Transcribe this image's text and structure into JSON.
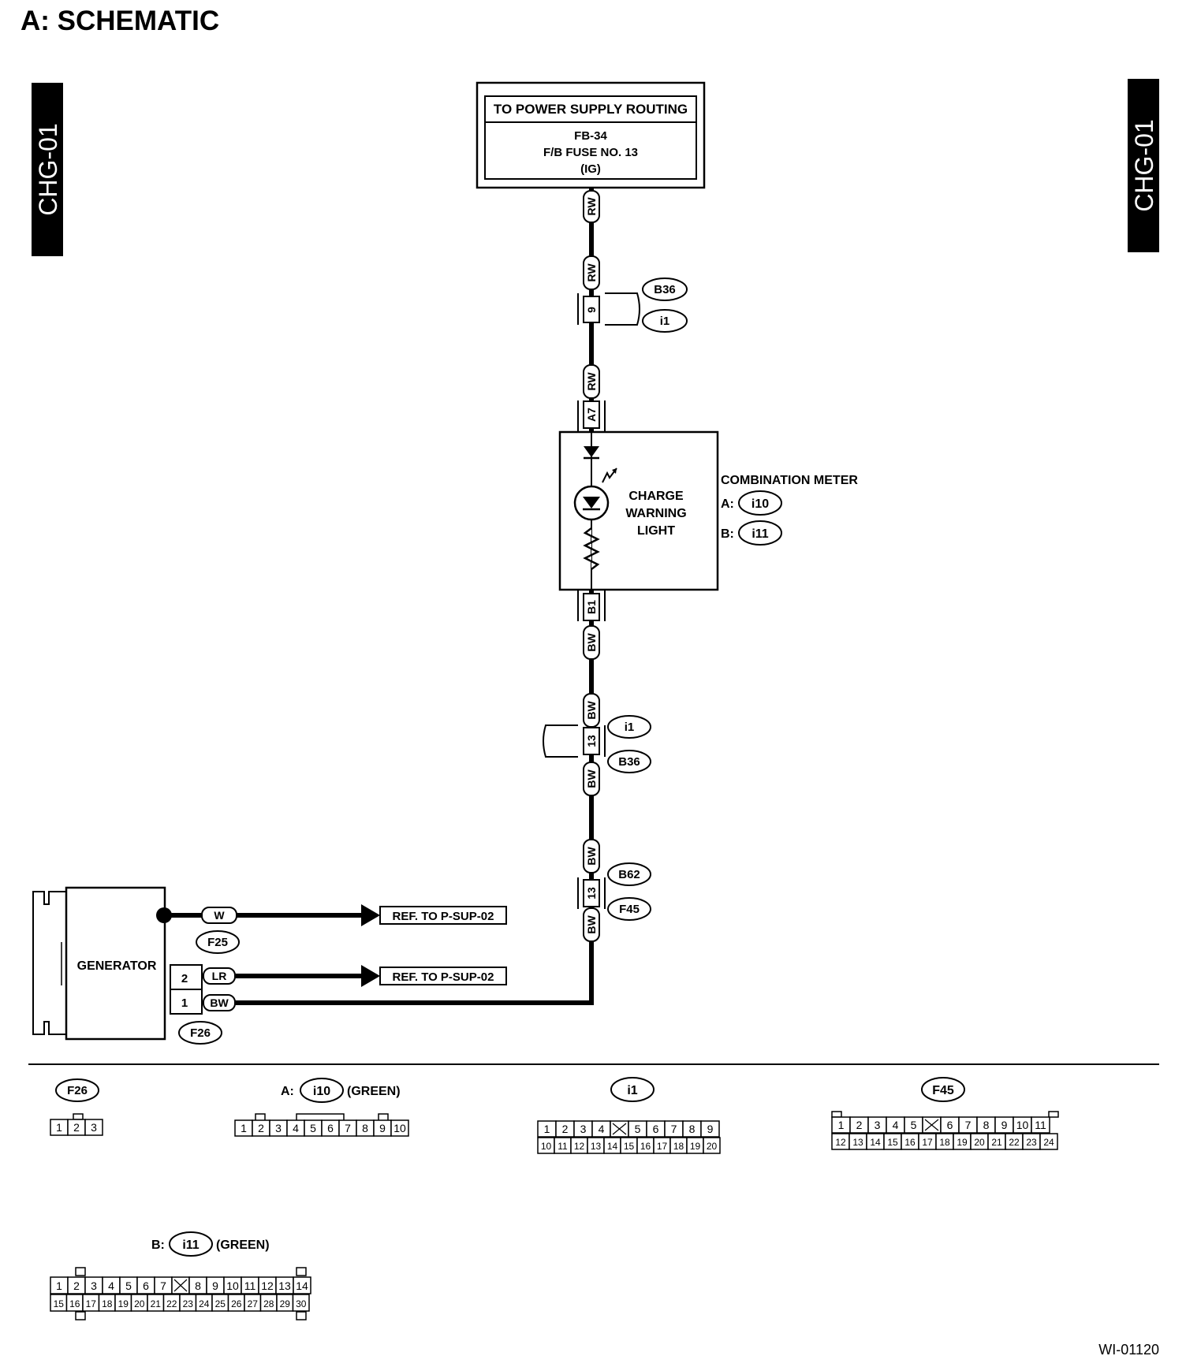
{
  "header": {
    "title": "A:  SCHEMATIC"
  },
  "side_tabs": {
    "left": "CHG-01",
    "right": "CHG-01"
  },
  "power_box": {
    "title": "TO POWER SUPPLY ROUTING",
    "line1": "FB-34",
    "line2": "F/B FUSE NO. 13",
    "line3": "(IG)"
  },
  "wires": {
    "rw": "RW",
    "bw": "BW",
    "w": "W",
    "lr": "LR"
  },
  "pins": {
    "p9": "9",
    "a7": "A7",
    "b1": "B1",
    "p13": "13",
    "g2": "2",
    "g1": "1"
  },
  "connectors": {
    "b36": "B36",
    "i1": "i1",
    "b62": "B62",
    "f45": "F45",
    "f25": "F25",
    "f26": "F26",
    "i10": "i10",
    "i11": "i11"
  },
  "combination_meter": {
    "title": "COMBINATION METER",
    "a_prefix": "A:",
    "b_prefix": "B:",
    "light_line1": "CHARGE",
    "light_line2": "WARNING",
    "light_line3": "LIGHT"
  },
  "generator": {
    "label": "GENERATOR"
  },
  "refs": {
    "ref_w": "REF. TO P-SUP-02",
    "ref_lr": "REF. TO P-SUP-02"
  },
  "connector_views": {
    "f26": {
      "name": "F26",
      "row1": [
        "1",
        "2",
        "3"
      ]
    },
    "i10": {
      "prefix": "A:",
      "name": "i10",
      "color": "(GREEN)",
      "row1": [
        "1",
        "2",
        "3",
        "4",
        "5",
        "6",
        "7",
        "8",
        "9",
        "10"
      ]
    },
    "i1": {
      "name": "i1",
      "row1": [
        "1",
        "2",
        "3",
        "4",
        "",
        "5",
        "6",
        "7",
        "8",
        "9"
      ],
      "row2": [
        "10",
        "11",
        "12",
        "13",
        "14",
        "15",
        "16",
        "17",
        "18",
        "19",
        "20"
      ]
    },
    "f45": {
      "name": "F45",
      "row1": [
        "1",
        "2",
        "3",
        "4",
        "5",
        "",
        "6",
        "7",
        "8",
        "9",
        "10",
        "11"
      ],
      "row2": [
        "12",
        "13",
        "14",
        "15",
        "16",
        "17",
        "18",
        "19",
        "20",
        "21",
        "22",
        "23",
        "24"
      ]
    },
    "i11": {
      "prefix": "B:",
      "name": "i11",
      "color": "(GREEN)",
      "row1": [
        "1",
        "2",
        "3",
        "4",
        "5",
        "6",
        "7",
        "",
        "8",
        "9",
        "10",
        "11",
        "12",
        "13",
        "14"
      ],
      "row2": [
        "15",
        "16",
        "17",
        "18",
        "19",
        "20",
        "21",
        "22",
        "23",
        "24",
        "25",
        "26",
        "27",
        "28",
        "29",
        "30"
      ]
    }
  },
  "footer": {
    "code": "WI-01120"
  }
}
